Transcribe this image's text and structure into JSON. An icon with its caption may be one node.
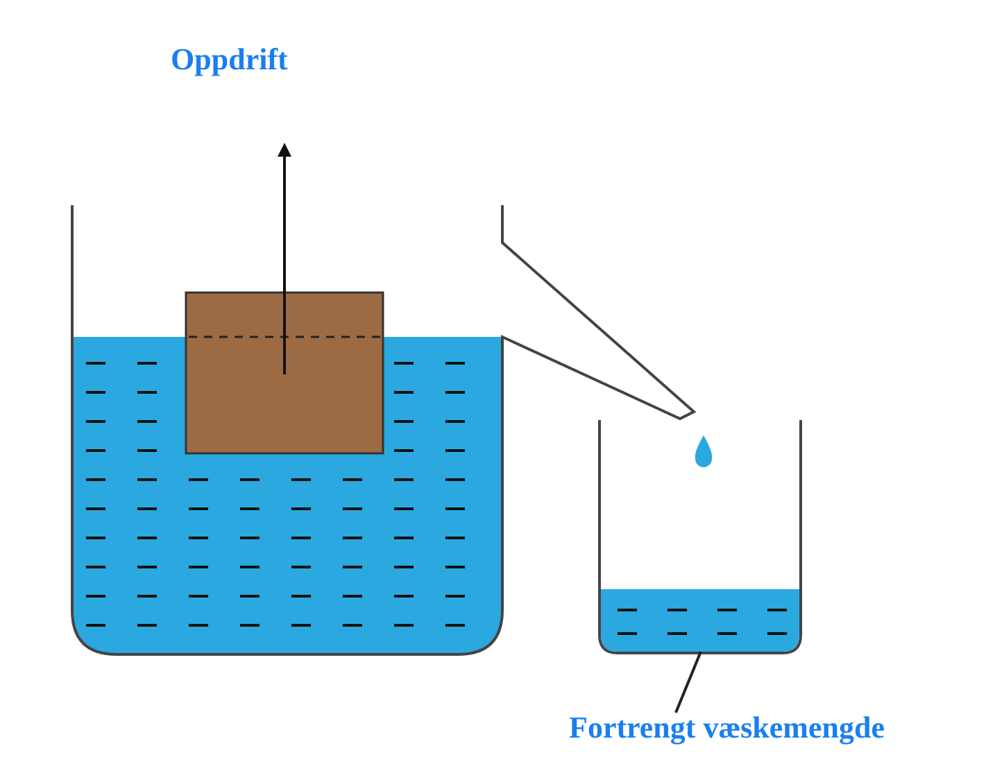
{
  "diagram": {
    "nodes": [
      {
        "text": [
          "Fortrengt væskemengde"
        ]
      },
      {
        "text": [],
        "shape": "box"
      }
    ],
    "edges": [
      {
        "from": 0,
        "to": 1,
        "arrow": "none"
      }
    ],
    "labels": [
      "Oppdrift"
    ]
  }
}
